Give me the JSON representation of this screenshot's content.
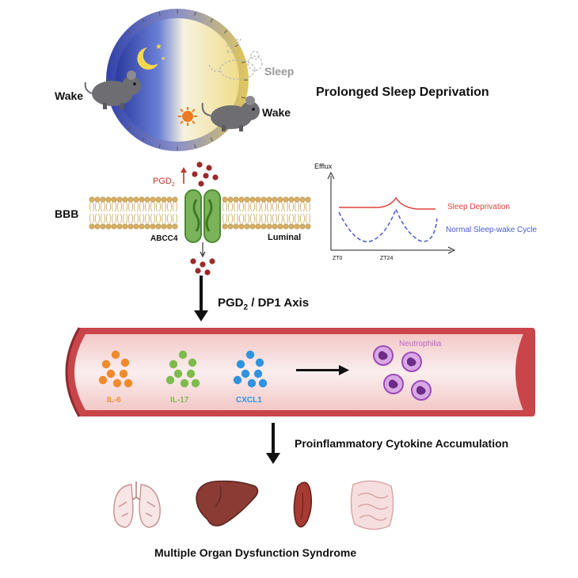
{
  "clock": {
    "wake_left": "Wake",
    "wake_right": "Wake",
    "sleep": "Sleep"
  },
  "title": "Prolonged Sleep Deprivation",
  "bbb": {
    "label": "BBB",
    "transporter": "ABCC4",
    "luminal": "Luminal",
    "pgd2": {
      "base": "PGD",
      "sub": "2"
    }
  },
  "efflux_chart": {
    "ylabel": "Efflux",
    "x_ticks": [
      "ZT0",
      "ZT24"
    ],
    "series": [
      {
        "name": "Sleep Deprivation",
        "color": "#e0423a"
      },
      {
        "name": "Normal Sleep-wake Cycle",
        "color": "#4a5bd1"
      }
    ]
  },
  "axis_label": {
    "base": "PGD",
    "sub": "2",
    "rest": " / DP1 Axis"
  },
  "vessel": {
    "cytokines": [
      {
        "name": "IL-6",
        "color": "#f08a2b"
      },
      {
        "name": "IL-17",
        "color": "#7dbb4c"
      },
      {
        "name": "CXCL1",
        "color": "#2f93e0"
      }
    ],
    "neutrophilia": "Neutrophilia"
  },
  "accumulation": "Proinflammatory Cytokine Accumulation",
  "organs": [
    "lung-icon",
    "liver-icon",
    "spleen-icon",
    "intestine-icon"
  ],
  "outcome": "Multiple Organ Dysfunction Syndrome",
  "colors": {
    "night": "#3545b8",
    "day": "#f3e6a0",
    "blood": "#c9454a",
    "vessel_inner": "#f7e3e2",
    "membrane": "#d6b067",
    "particle": "#9b2a2a"
  }
}
